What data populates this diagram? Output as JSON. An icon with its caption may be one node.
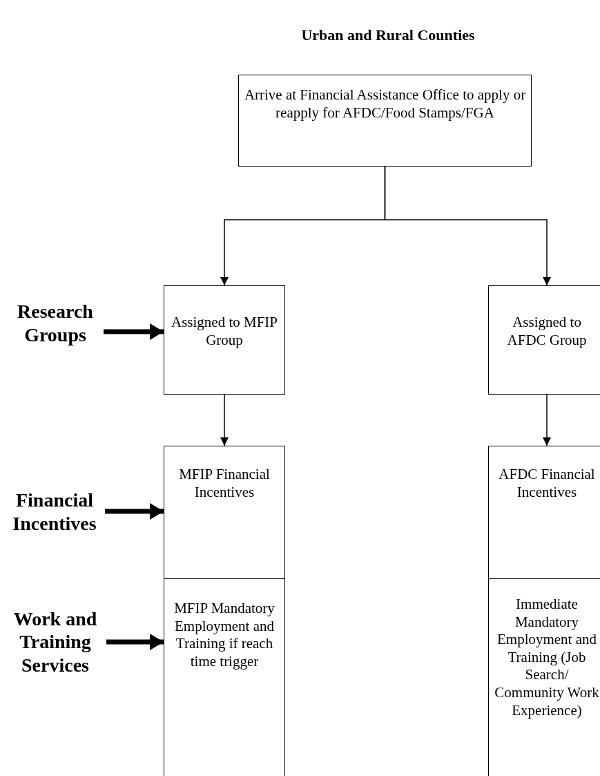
{
  "diagram": {
    "title": "Urban and Rural Counties",
    "nodes": [
      {
        "text": [
          "Arrive at Financial Assistance Office to apply or reapply for AFDC/Food Stamps/FGA"
        ]
      },
      {
        "text": [
          "Research Groups"
        ]
      },
      {
        "text": [
          "Assigned to MFIP Group"
        ]
      },
      {
        "text": [
          "Assigned to AFDC Group"
        ]
      },
      {
        "text": [
          "Financial Incentives"
        ]
      },
      {
        "text": [
          "MFIP Financial Incentives"
        ]
      },
      {
        "text": [
          "AFDC Financial Incentives"
        ]
      },
      {
        "text": [
          "Work and Training Services"
        ]
      },
      {
        "text": [
          "MFIP Mandatory Employment and Training if reach time trigger"
        ]
      },
      {
        "text": [
          "Immediate Mandatory Employment and Training (Job Search/ Community Work Experience)"
        ]
      }
    ],
    "edges": [
      {
        "from": 0,
        "to": 2,
        "arrow": "to"
      },
      {
        "from": 0,
        "to": 3,
        "arrow": "to"
      },
      {
        "from": 2,
        "to": 5,
        "arrow": "to"
      },
      {
        "from": 3,
        "to": 6,
        "arrow": "to"
      },
      {
        "from": 1,
        "to": 2,
        "arrow": "to",
        "style": "thick"
      },
      {
        "from": 4,
        "to": 5,
        "arrow": "to",
        "style": "thick"
      },
      {
        "from": 7,
        "to": 8,
        "arrow": "to",
        "style": "thick"
      }
    ]
  }
}
